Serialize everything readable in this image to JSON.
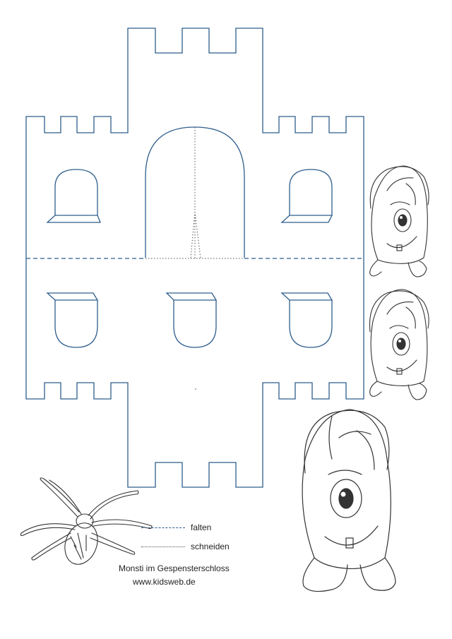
{
  "legend": {
    "fold_label": "falten",
    "cut_label": "schneiden"
  },
  "footer": {
    "title": "Monsti im Gespensterschloss",
    "website": "www.kidsweb.de"
  },
  "colors": {
    "castle_outline": "#2e5d8c",
    "drawing_ink": "#333333"
  },
  "illustrations": [
    "castle-template",
    "monster-small-top",
    "monster-small-middle",
    "monster-large",
    "spider"
  ]
}
